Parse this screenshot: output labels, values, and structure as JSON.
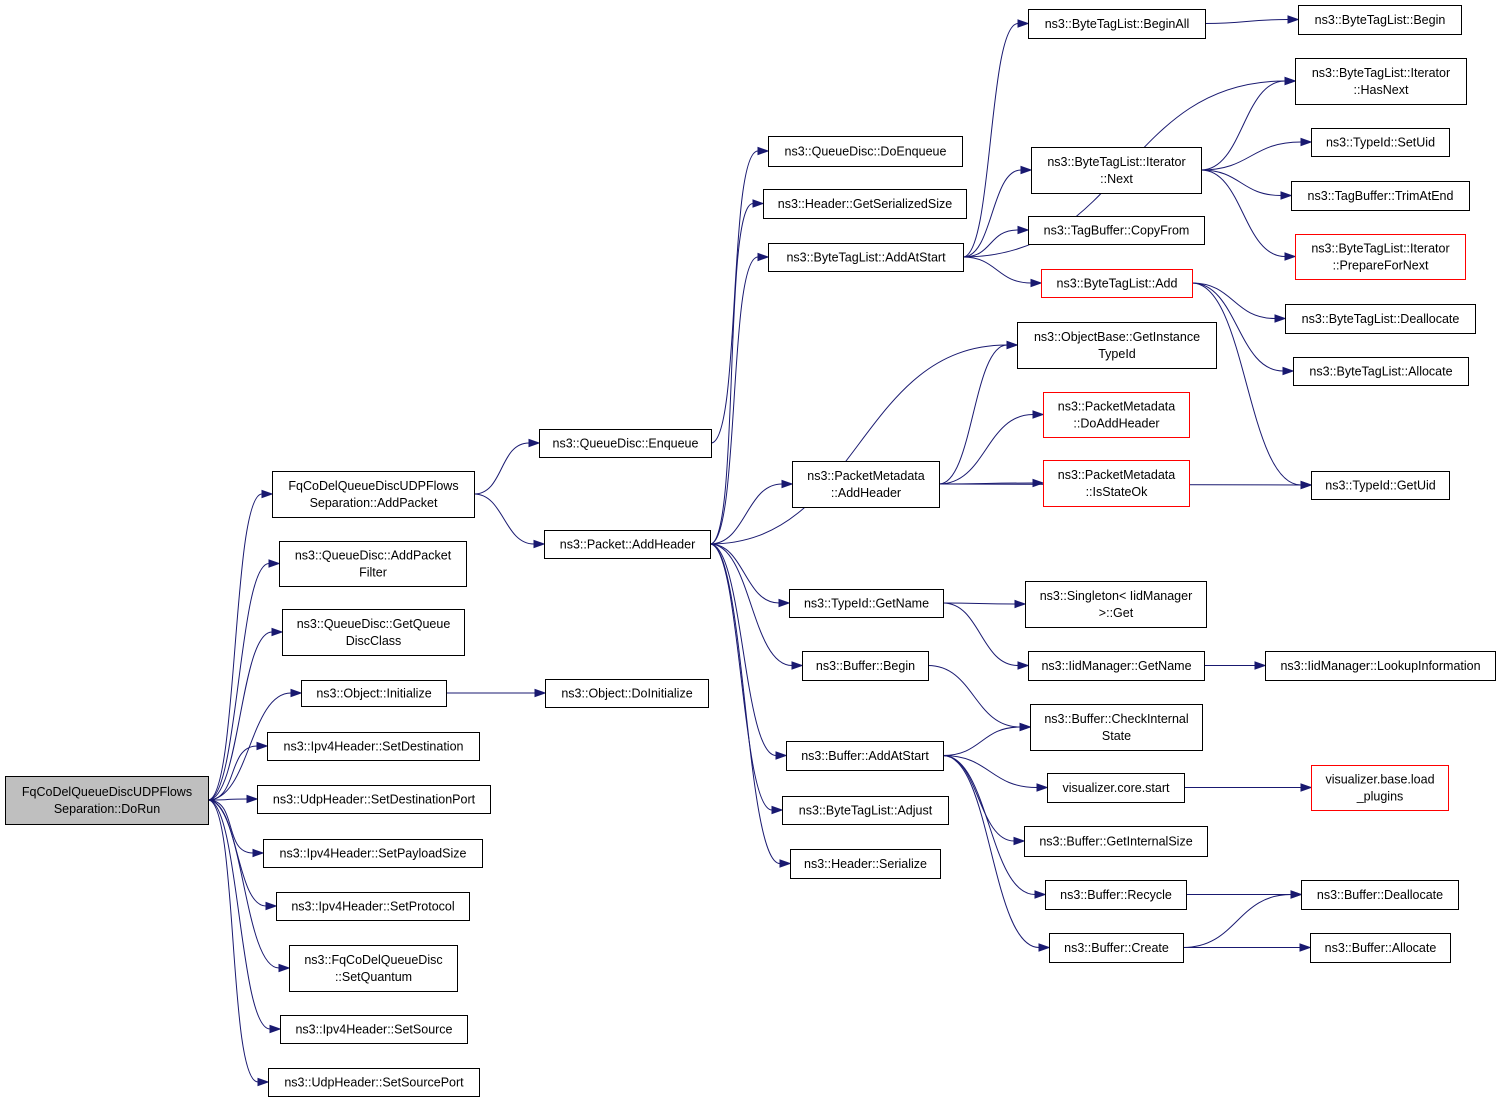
{
  "diagram": {
    "type": "call-graph",
    "edge_color": "#191970",
    "node_border": "#000000",
    "truncated_node_border": "#ff0000",
    "root_fill": "#bfbfbf"
  },
  "nodes": {
    "dorun": {
      "lines": [
        "FqCoDelQueueDiscUDPFlows",
        "Separation::DoRun"
      ],
      "style": "root"
    },
    "addpacket": {
      "lines": [
        "FqCoDelQueueDiscUDPFlows",
        "Separation::AddPacket"
      ]
    },
    "addpacketfilter": {
      "lines": [
        "ns3::QueueDisc::AddPacket",
        "Filter"
      ]
    },
    "getqueuedisc": {
      "lines": [
        "ns3::QueueDisc::GetQueue",
        "DiscClass"
      ]
    },
    "objinit": {
      "lines": [
        "ns3::Object::Initialize"
      ]
    },
    "setdest": {
      "lines": [
        "ns3::Ipv4Header::SetDestination"
      ]
    },
    "setdestport": {
      "lines": [
        "ns3::UdpHeader::SetDestinationPort"
      ]
    },
    "setpayload": {
      "lines": [
        "ns3::Ipv4Header::SetPayloadSize"
      ]
    },
    "setprotocol": {
      "lines": [
        "ns3::Ipv4Header::SetProtocol"
      ]
    },
    "setquantum": {
      "lines": [
        "ns3::FqCoDelQueueDisc",
        "::SetQuantum"
      ]
    },
    "setsource": {
      "lines": [
        "ns3::Ipv4Header::SetSource"
      ]
    },
    "setsrcport": {
      "lines": [
        "ns3::UdpHeader::SetSourcePort"
      ]
    },
    "enqueue": {
      "lines": [
        "ns3::QueueDisc::Enqueue"
      ]
    },
    "addheader": {
      "lines": [
        "ns3::Packet::AddHeader"
      ]
    },
    "doinit": {
      "lines": [
        "ns3::Object::DoInitialize"
      ]
    },
    "doenqueue": {
      "lines": [
        "ns3::QueueDisc::DoEnqueue"
      ]
    },
    "getserialsize": {
      "lines": [
        "ns3::Header::GetSerializedSize"
      ]
    },
    "btl_addatstart": {
      "lines": [
        "ns3::ByteTagList::AddAtStart"
      ]
    },
    "pm_addheader": {
      "lines": [
        "ns3::PacketMetadata",
        "::AddHeader"
      ]
    },
    "typeid_getname": {
      "lines": [
        "ns3::TypeId::GetName"
      ]
    },
    "buf_begin": {
      "lines": [
        "ns3::Buffer::Begin"
      ]
    },
    "buf_addatstart": {
      "lines": [
        "ns3::Buffer::AddAtStart"
      ]
    },
    "btl_adjust": {
      "lines": [
        "ns3::ByteTagList::Adjust"
      ]
    },
    "hdr_serialize": {
      "lines": [
        "ns3::Header::Serialize"
      ]
    },
    "btl_beginall": {
      "lines": [
        "ns3::ByteTagList::BeginAll"
      ]
    },
    "btl_iter_next": {
      "lines": [
        "ns3::ByteTagList::Iterator",
        "::Next"
      ]
    },
    "tagbuf_copyfrom": {
      "lines": [
        "ns3::TagBuffer::CopyFrom"
      ]
    },
    "btl_add": {
      "lines": [
        "ns3::ByteTagList::Add"
      ],
      "style": "red"
    },
    "ob_getinstance": {
      "lines": [
        "ns3::ObjectBase::GetInstance",
        "TypeId"
      ]
    },
    "pm_doaddheader": {
      "lines": [
        "ns3::PacketMetadata",
        "::DoAddHeader"
      ],
      "style": "red"
    },
    "pm_isstateok": {
      "lines": [
        "ns3::PacketMetadata",
        "::IsStateOk"
      ],
      "style": "red"
    },
    "singleton_get": {
      "lines": [
        "ns3::Singleton< IidManager",
        ">::Get"
      ]
    },
    "iid_getname": {
      "lines": [
        "ns3::IidManager::GetName"
      ]
    },
    "buf_checkinternal": {
      "lines": [
        "ns3::Buffer::CheckInternal",
        "State"
      ]
    },
    "vis_core_start": {
      "lines": [
        "visualizer.core.start"
      ]
    },
    "buf_getinternalsize": {
      "lines": [
        "ns3::Buffer::GetInternalSize"
      ]
    },
    "buf_recycle": {
      "lines": [
        "ns3::Buffer::Recycle"
      ]
    },
    "buf_create": {
      "lines": [
        "ns3::Buffer::Create"
      ]
    },
    "btl_begin": {
      "lines": [
        "ns3::ByteTagList::Begin"
      ]
    },
    "btl_iter_hasnext": {
      "lines": [
        "ns3::ByteTagList::Iterator",
        "::HasNext"
      ]
    },
    "typeid_setuid": {
      "lines": [
        "ns3::TypeId::SetUid"
      ]
    },
    "tagbuf_trimatend": {
      "lines": [
        "ns3::TagBuffer::TrimAtEnd"
      ]
    },
    "btl_iter_prepare": {
      "lines": [
        "ns3::ByteTagList::Iterator",
        "::PrepareForNext"
      ],
      "style": "red"
    },
    "btl_dealloc": {
      "lines": [
        "ns3::ByteTagList::Deallocate"
      ]
    },
    "btl_alloc": {
      "lines": [
        "ns3::ByteTagList::Allocate"
      ]
    },
    "typeid_getuid": {
      "lines": [
        "ns3::TypeId::GetUid"
      ]
    },
    "iid_lookup": {
      "lines": [
        "ns3::IidManager::LookupInformation"
      ]
    },
    "vis_load_plugins": {
      "lines": [
        "visualizer.base.load",
        "_plugins"
      ],
      "style": "red"
    },
    "buf_dealloc": {
      "lines": [
        "ns3::Buffer::Deallocate"
      ]
    },
    "buf_alloc": {
      "lines": [
        "ns3::Buffer::Allocate"
      ]
    }
  },
  "edges": [
    [
      "dorun",
      "addpacket"
    ],
    [
      "dorun",
      "addpacketfilter"
    ],
    [
      "dorun",
      "getqueuedisc"
    ],
    [
      "dorun",
      "objinit"
    ],
    [
      "dorun",
      "setdest"
    ],
    [
      "dorun",
      "setdestport"
    ],
    [
      "dorun",
      "setpayload"
    ],
    [
      "dorun",
      "setprotocol"
    ],
    [
      "dorun",
      "setquantum"
    ],
    [
      "dorun",
      "setsource"
    ],
    [
      "dorun",
      "setsrcport"
    ],
    [
      "addpacket",
      "enqueue"
    ],
    [
      "addpacket",
      "addheader"
    ],
    [
      "objinit",
      "doinit"
    ],
    [
      "enqueue",
      "doenqueue"
    ],
    [
      "addheader",
      "getserialsize"
    ],
    [
      "addheader",
      "btl_addatstart"
    ],
    [
      "addheader",
      "ob_getinstance"
    ],
    [
      "addheader",
      "pm_addheader"
    ],
    [
      "addheader",
      "typeid_getname"
    ],
    [
      "addheader",
      "buf_begin"
    ],
    [
      "addheader",
      "buf_addatstart"
    ],
    [
      "addheader",
      "btl_adjust"
    ],
    [
      "addheader",
      "hdr_serialize"
    ],
    [
      "btl_addatstart",
      "btl_beginall"
    ],
    [
      "btl_addatstart",
      "btl_iter_hasnext"
    ],
    [
      "btl_addatstart",
      "btl_iter_next"
    ],
    [
      "btl_addatstart",
      "tagbuf_copyfrom"
    ],
    [
      "btl_addatstart",
      "btl_add"
    ],
    [
      "btl_beginall",
      "btl_begin"
    ],
    [
      "btl_iter_next",
      "btl_iter_hasnext"
    ],
    [
      "btl_iter_next",
      "typeid_setuid"
    ],
    [
      "btl_iter_next",
      "tagbuf_trimatend"
    ],
    [
      "btl_iter_next",
      "btl_iter_prepare"
    ],
    [
      "btl_add",
      "btl_dealloc"
    ],
    [
      "btl_add",
      "btl_alloc"
    ],
    [
      "btl_add",
      "typeid_getuid"
    ],
    [
      "pm_addheader",
      "ob_getinstance"
    ],
    [
      "pm_addheader",
      "pm_doaddheader"
    ],
    [
      "pm_addheader",
      "pm_isstateok"
    ],
    [
      "pm_addheader",
      "typeid_getuid"
    ],
    [
      "typeid_getname",
      "singleton_get"
    ],
    [
      "typeid_getname",
      "iid_getname"
    ],
    [
      "iid_getname",
      "iid_lookup"
    ],
    [
      "buf_begin",
      "buf_checkinternal"
    ],
    [
      "buf_addatstart",
      "buf_checkinternal"
    ],
    [
      "buf_addatstart",
      "vis_core_start"
    ],
    [
      "buf_addatstart",
      "buf_getinternalsize"
    ],
    [
      "buf_addatstart",
      "buf_recycle"
    ],
    [
      "buf_addatstart",
      "buf_create"
    ],
    [
      "vis_core_start",
      "vis_load_plugins"
    ],
    [
      "buf_recycle",
      "buf_dealloc"
    ],
    [
      "buf_create",
      "buf_dealloc"
    ],
    [
      "buf_create",
      "buf_alloc"
    ]
  ]
}
